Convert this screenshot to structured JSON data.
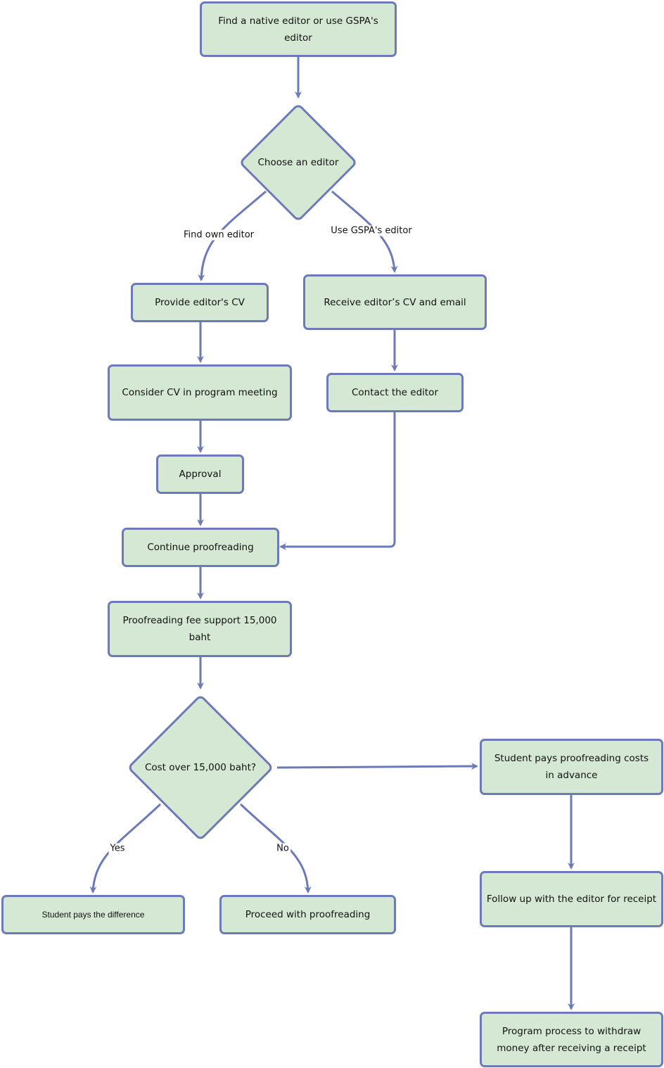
{
  "nodes": {
    "find_editor": "Find a native editor or use GSPA's editor",
    "choose_editor": "Choose an editor",
    "provide_cv": "Provide editor's CV",
    "receive_cv": "Receive editor’s CV and email",
    "consider_cv": "Consider CV in program meeting",
    "contact_editor": "Contact the editor",
    "approval": "Approval",
    "continue_proofreading": "Continue proofreading",
    "fee_support": "Proofreading fee support 15,000 baht",
    "cost_over": "Cost over 15,000 baht?",
    "student_pays_advance": "Student pays proofreading costs in advance",
    "student_pays_difference": "Student pays the difference",
    "proceed_proofreading": "Proceed with proofreading",
    "follow_up": "Follow up with the editor for receipt",
    "program_process": "Program process to withdraw money after receiving a receipt"
  },
  "edge_labels": {
    "find_own": "Find own editor",
    "use_gspa": "Use GSPA's editor",
    "yes": "Yes",
    "no": "No"
  },
  "colors": {
    "node_fill": "#d5e8d4",
    "stroke": "#6c7bb8"
  }
}
